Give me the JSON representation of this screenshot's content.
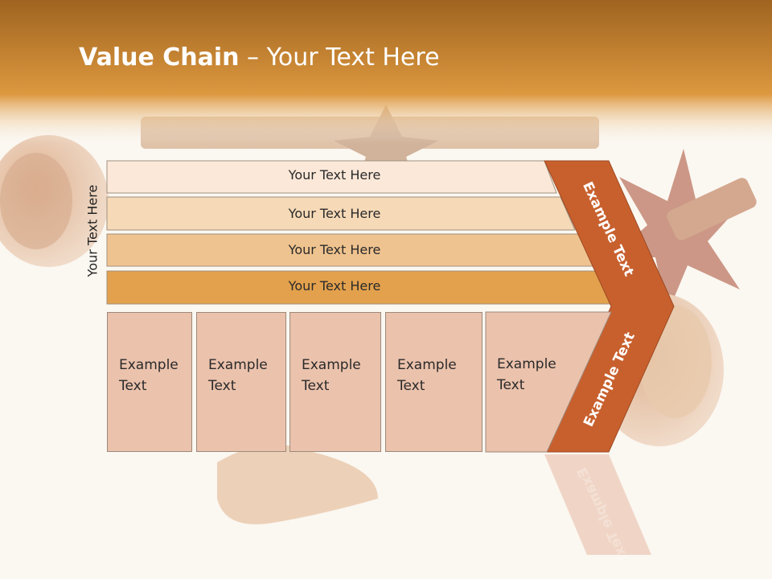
{
  "title": {
    "bold": "Value Chain",
    "rest": " – Your Text Here"
  },
  "vertical_label": "Your Text Here",
  "rows": [
    {
      "label": "Your Text Here",
      "color": "#fbe8d8"
    },
    {
      "label": "Your Text Here",
      "color": "#f6d9b7"
    },
    {
      "label": "Your Text Here",
      "color": "#efc38f"
    },
    {
      "label": "Your Text Here",
      "color": "#e3a14d"
    }
  ],
  "boxes": [
    {
      "label": "Example\nText"
    },
    {
      "label": "Example\nText"
    },
    {
      "label": "Example\nText"
    },
    {
      "label": "Example\nText"
    },
    {
      "label": "Example\nText"
    }
  ],
  "arrow": {
    "top_label": "Example Text",
    "bottom_label": "Example Text",
    "color": "#c8602e"
  },
  "colors": {
    "header_top": "#a66a22",
    "header_bottom": "#e3a045",
    "box_fill": "#ebc2ac"
  }
}
